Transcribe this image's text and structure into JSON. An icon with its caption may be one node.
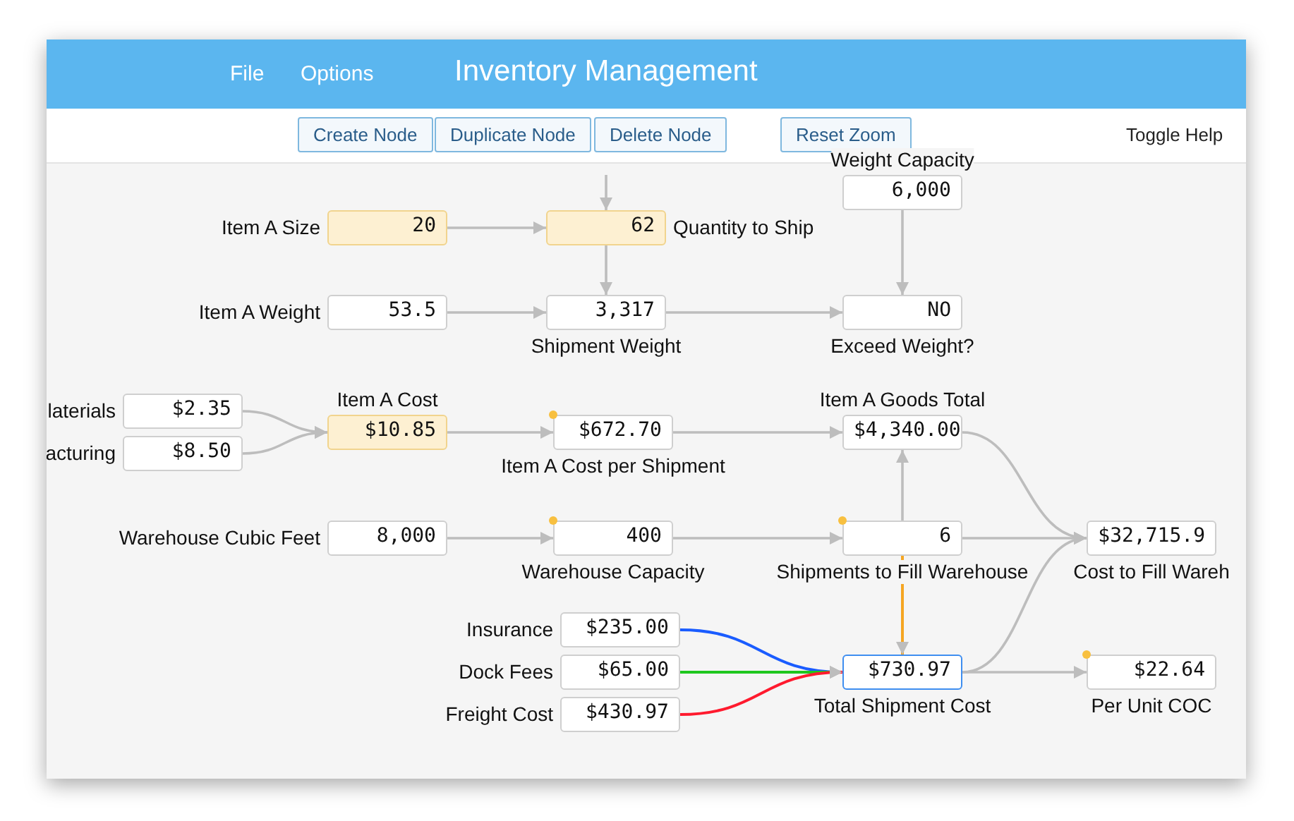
{
  "diagram": {
    "title": "Inventory Management",
    "nodes": [
      {
        "text": [
          "20"
        ],
        "beside": [
          "Item A Size"
        ]
      },
      {
        "text": [
          "62"
        ],
        "beside": [
          "Quantity to Ship"
        ]
      },
      {
        "text": [
          "6,000"
        ],
        "beside": [
          "Weight Capacity"
        ]
      },
      {
        "text": [
          "53.5"
        ],
        "beside": [
          "Item A Weight"
        ]
      },
      {
        "text": [
          "3,317"
        ],
        "beside": [
          "Shipment Weight"
        ]
      },
      {
        "text": [
          "NO"
        ],
        "beside": [
          "Exceed Weight?"
        ]
      },
      {
        "text": [
          "$2.35"
        ],
        "beside": [
          "laterials"
        ]
      },
      {
        "text": [
          "$10.85"
        ],
        "beside": [
          "Item A Cost"
        ]
      },
      {
        "text": [
          "$672.70"
        ],
        "beside": [
          "Item A Cost per Shipment"
        ]
      },
      {
        "text": [
          "$4,340.00"
        ],
        "beside": [
          "Item A Goods Total"
        ]
      },
      {
        "text": [
          "$8.50"
        ],
        "beside": [
          "acturing"
        ]
      },
      {
        "text": [
          "8,000"
        ],
        "beside": [
          "Warehouse Cubic Feet"
        ]
      },
      {
        "text": [
          "400"
        ],
        "beside": [
          "Warehouse Capacity"
        ]
      },
      {
        "text": [
          "6"
        ],
        "beside": [
          "Shipments to Fill Warehouse"
        ]
      },
      {
        "text": [
          "$32,715.9"
        ],
        "beside": [
          "Cost to Fill Wareh"
        ]
      },
      {
        "text": [
          "$235.00"
        ],
        "beside": [
          "Insurance"
        ]
      },
      {
        "text": [
          "$65.00"
        ],
        "beside": [
          "Dock Fees"
        ]
      },
      {
        "text": [
          "$430.97"
        ],
        "beside": [
          "Freight Cost"
        ]
      },
      {
        "text": [
          "$730.97"
        ],
        "beside": [
          "Total Shipment Cost"
        ]
      },
      {
        "text": [
          "$22.64"
        ],
        "beside": [
          "Per Unit COC"
        ]
      }
    ],
    "edges": [
      {
        "from": null,
        "to": 1,
        "arrow": "to"
      },
      {
        "from": 0,
        "to": 1,
        "arrow": "to"
      },
      {
        "from": 1,
        "to": 4,
        "arrow": "to"
      },
      {
        "from": 3,
        "to": 4,
        "arrow": "to"
      },
      {
        "from": 4,
        "to": 5,
        "arrow": "to"
      },
      {
        "from": 2,
        "to": 5,
        "arrow": "to"
      },
      {
        "from": 6,
        "to": 7,
        "arrow": "to"
      },
      {
        "from": 10,
        "to": 7,
        "arrow": "to"
      },
      {
        "from": 7,
        "to": 8,
        "arrow": "to"
      },
      {
        "from": 8,
        "to": 9,
        "arrow": "to"
      },
      {
        "from": 11,
        "to": 12,
        "arrow": "to"
      },
      {
        "from": 12,
        "to": 13,
        "arrow": "to"
      },
      {
        "from": 13,
        "to": 9,
        "arrow": "to"
      },
      {
        "from": 9,
        "to": 14,
        "arrow": "to"
      },
      {
        "from": 13,
        "to": 14,
        "arrow": "to"
      },
      {
        "from": 18,
        "to": 14,
        "arrow": "to"
      },
      {
        "from": 13,
        "to": 18,
        "arrow": "to",
        "color": "#f5a623"
      },
      {
        "from": 15,
        "to": 18,
        "arrow": "to",
        "color": "#1a5cff"
      },
      {
        "from": 16,
        "to": 18,
        "arrow": "to",
        "color": "#1ec71e"
      },
      {
        "from": 17,
        "to": 18,
        "arrow": "to",
        "color": "#ff1a2e"
      },
      {
        "from": 18,
        "to": 19,
        "arrow": "to"
      }
    ],
    "labels": [
      "File",
      "Options",
      "Create Node",
      "Duplicate Node",
      "Delete Node",
      "Reset Zoom",
      "Toggle Help"
    ]
  }
}
